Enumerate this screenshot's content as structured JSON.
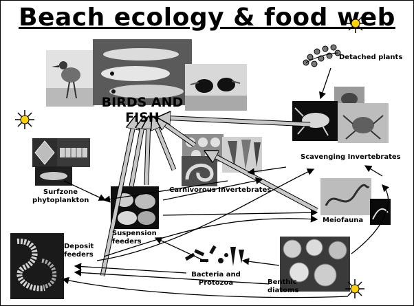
{
  "title": "Beach ecology & food web",
  "nodes": {
    "birds_fish": "BIRDS AND FISH",
    "detached_plants": "Detached plants",
    "scavenging": "Scavenging Invertebrates",
    "carnivorous": "Carnivorous Invertebrates",
    "surfzone": "Surfzone phytoplankton",
    "suspension": "Suspension feeders",
    "deposit": "Deposit feeders",
    "meiofauna": "Meiofauna",
    "bacteria": "Bacteria and Protozoa",
    "benthic": "Benthic diatoms"
  },
  "colors": {
    "arrow_fill": "#c8c8c8",
    "ink": "#000000",
    "photo_dark": "#2a2a2a",
    "photo_mid": "#8a8a8a",
    "photo_light": "#d4d4d4"
  }
}
